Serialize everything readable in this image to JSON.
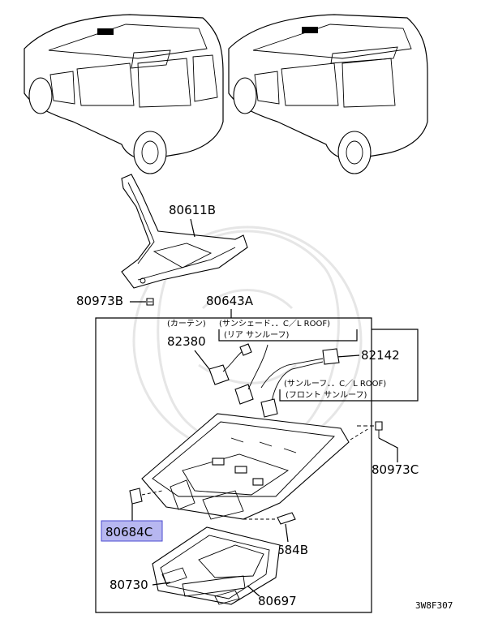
{
  "diagram": {
    "drawing_code": "3W8F307",
    "highlight_color": "#b7b7f0",
    "part_numbers": {
      "bracket": "80611B",
      "screw_left": "80973B",
      "lamp_assembly": "80643A",
      "connector_curtain": "82380",
      "harness": "82142",
      "screw_right": "80973C",
      "clip_left": "80684C",
      "clip_right": "80684B",
      "panel": "80730",
      "lens": "80697"
    },
    "notes": {
      "curtain": "(カーテン)",
      "sunshade_line1": "(サンシェード．．C／L ROOF)",
      "sunshade_line2": "(リア サンルーフ)",
      "sunroof_line1": "(サンルーフ．．C／L ROOF)",
      "sunroof_line2": "(フロント サンルーフ)"
    }
  }
}
